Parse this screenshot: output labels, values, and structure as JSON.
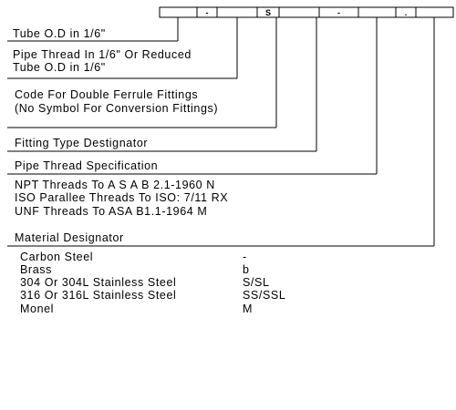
{
  "code_boxes": [
    "",
    "-",
    "",
    "S",
    "",
    "-",
    "",
    ".",
    ""
  ],
  "fields": {
    "tube_od": "Tube O.D in 1/6\"",
    "pipe_thread_line1": "Pipe Thread In 1/6\" Or Reduced",
    "pipe_thread_line2": "Tube O.D in 1/6\"",
    "double_ferrule_line1": "Code For Double Ferrule Fittings",
    "double_ferrule_line2": "(No Symbol For Conversion Fittings)",
    "fitting_type": "Fitting Type Destignator",
    "pipe_thread_spec": "Pipe Thread Specification",
    "material": "Material Designator"
  },
  "thread_specs": [
    "NPT Threads To A S A B 2.1-1960 N",
    "ISO Parallee Threads To ISO: 7/11 RX",
    "UNF Threads To ASA B1.1-1964 M"
  ],
  "materials": [
    {
      "name": "Carbon Steel",
      "code": "-"
    },
    {
      "name": "Brass",
      "code": "b"
    },
    {
      "name": "304 Or 304L Stainless Steel",
      "code": "S/SL"
    },
    {
      "name": "316 Or 316L Stainless Steel",
      "code": "SS/SSL"
    },
    {
      "name": "Monel",
      "code": "M"
    }
  ]
}
